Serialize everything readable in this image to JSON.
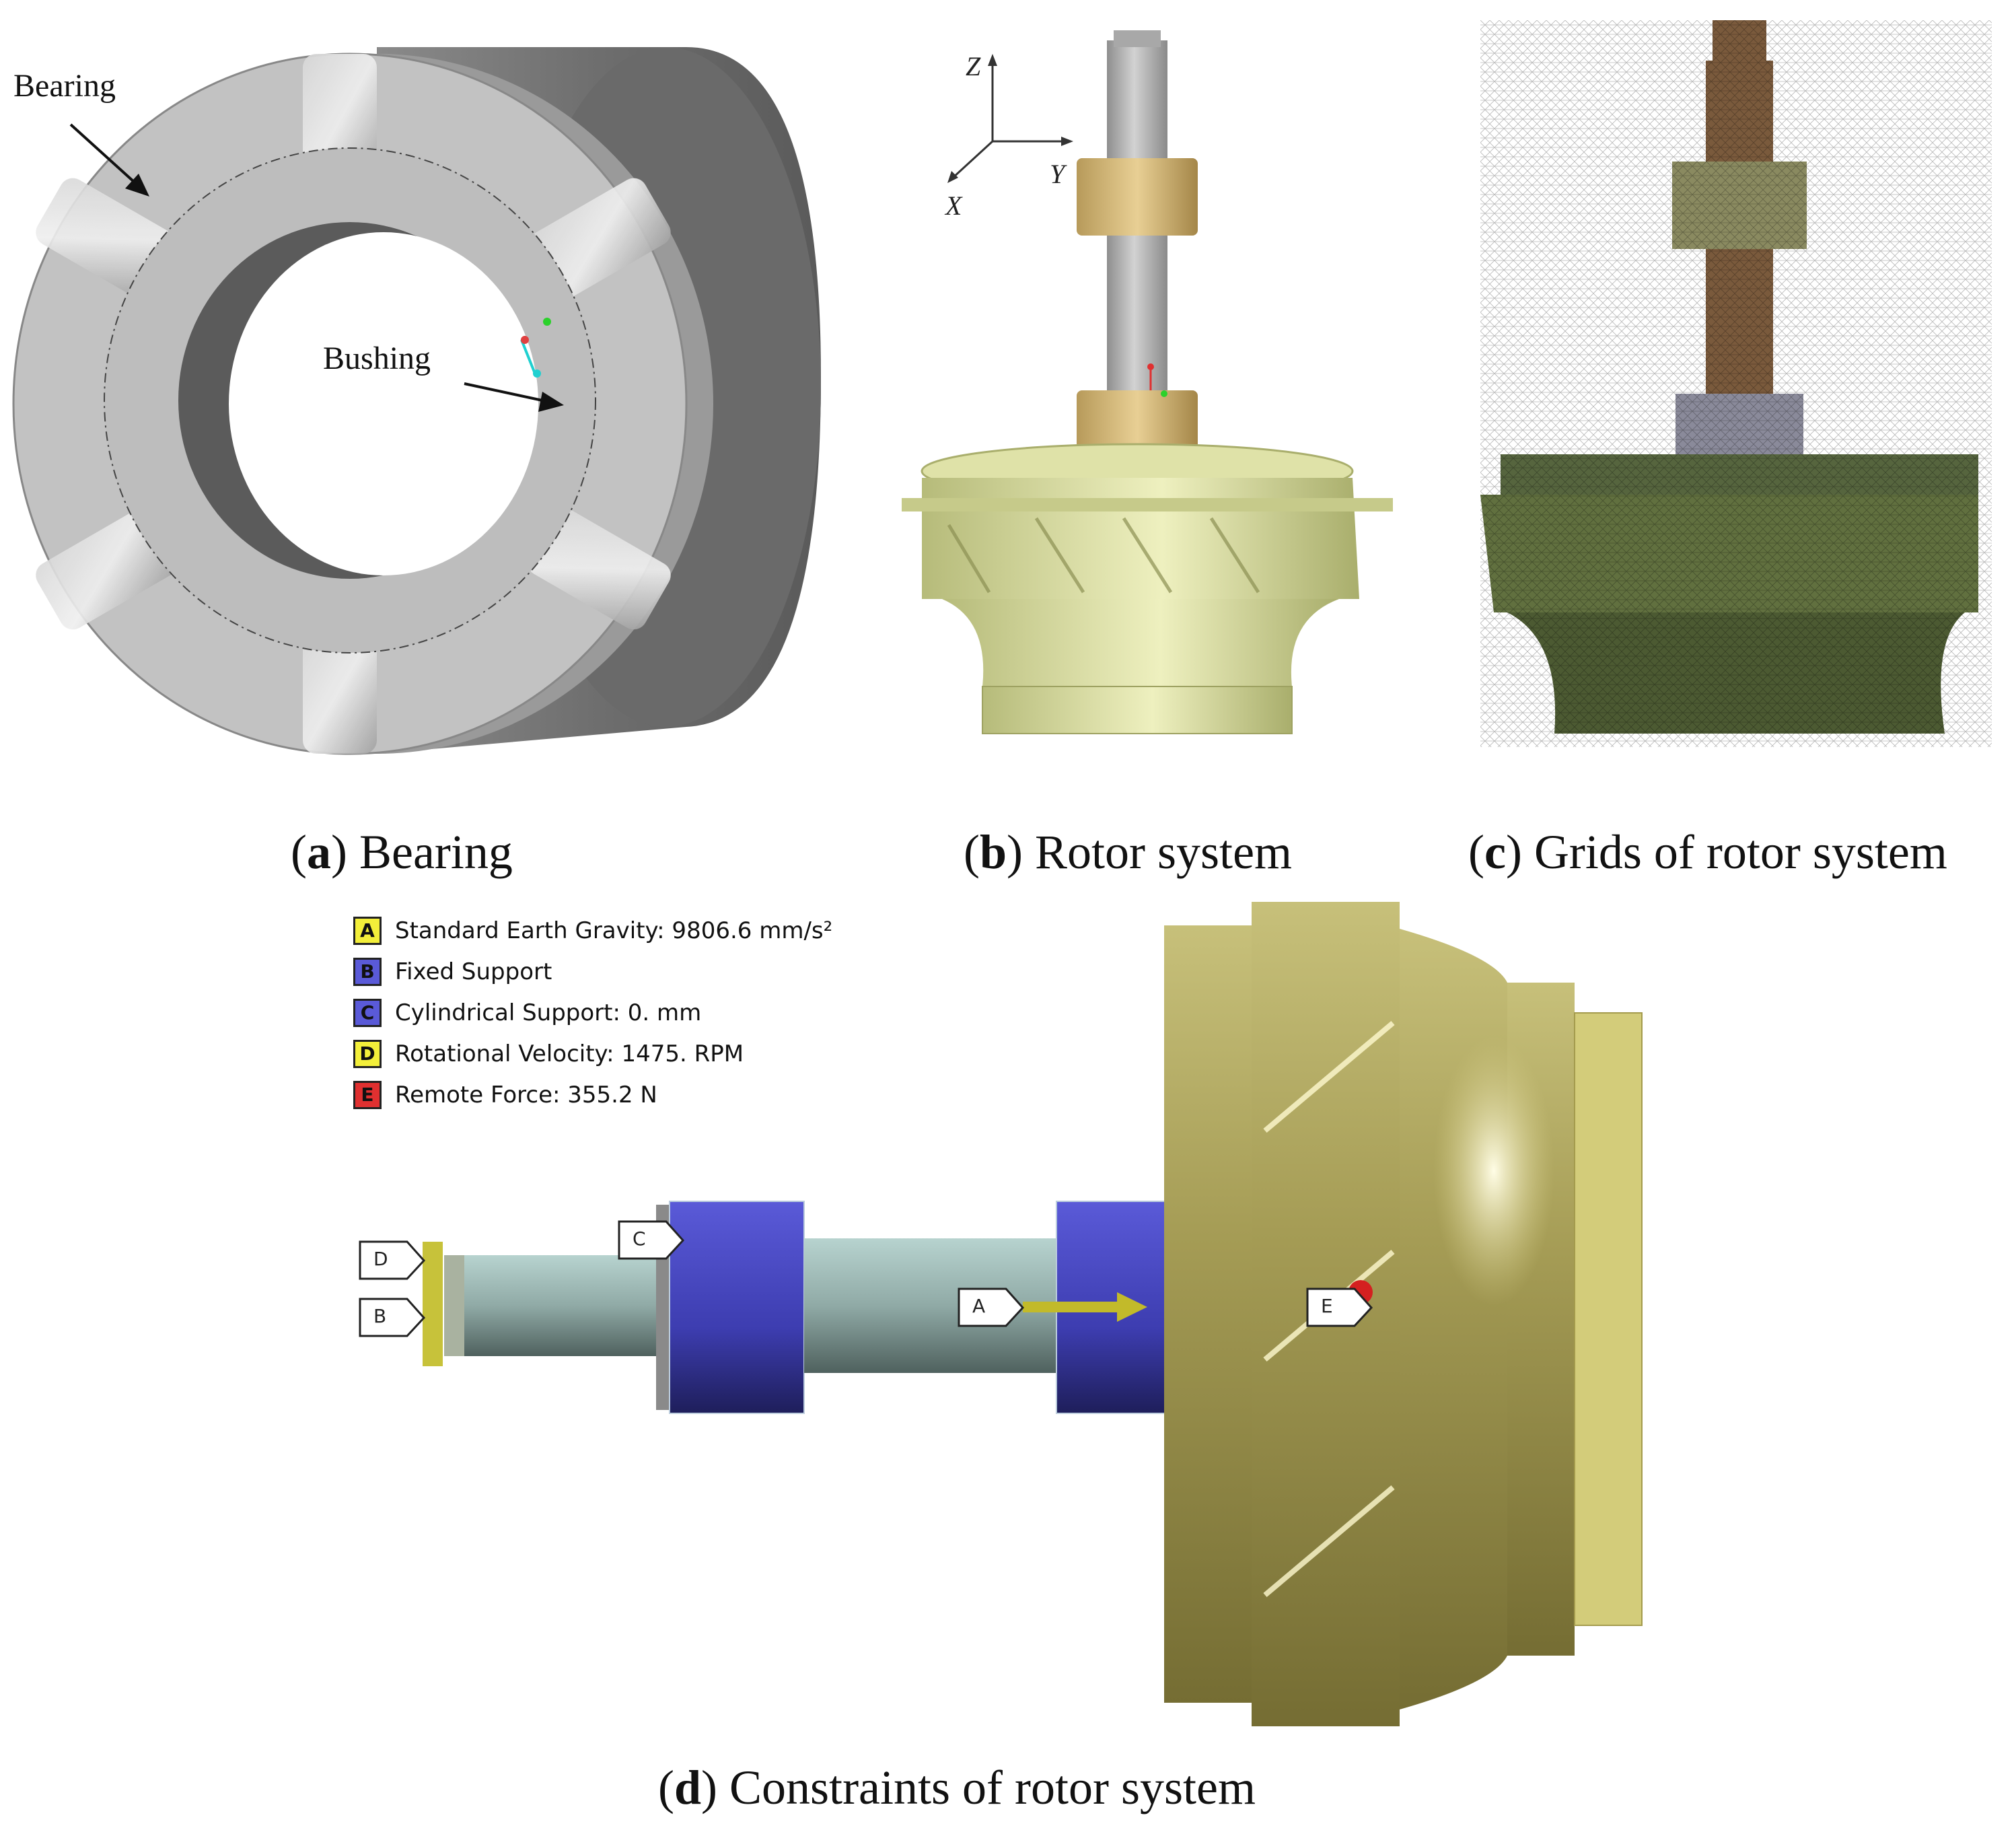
{
  "panel_a": {
    "caption_letter": "a",
    "caption_text": "Bearing",
    "label_bearing": "Bearing",
    "label_bushing": "Bushing"
  },
  "panel_b": {
    "caption_letter": "b",
    "caption_text": "Rotor system",
    "axes": {
      "z": "Z",
      "y": "Y",
      "x": "X"
    }
  },
  "panel_c": {
    "caption_letter": "c",
    "caption_text": "Grids of rotor system"
  },
  "panel_d": {
    "caption_letter": "d",
    "caption_text": "Constraints of rotor system",
    "legend": [
      {
        "key": "A",
        "text": "Standard Earth Gravity: 9806.6 mm/s²",
        "color": "#f3ef3a"
      },
      {
        "key": "B",
        "text": "Fixed Support",
        "color": "#5a5ad8"
      },
      {
        "key": "C",
        "text": "Cylindrical Support: 0. mm",
        "color": "#5a5ad8"
      },
      {
        "key": "D",
        "text": "Rotational Velocity: 1475. RPM",
        "color": "#f3ef3a"
      },
      {
        "key": "E",
        "text": "Remote Force: 355.2 N",
        "color": "#e03030"
      }
    ],
    "tags": {
      "a": "A",
      "b": "B",
      "c": "C",
      "d": "D",
      "e": "E"
    }
  }
}
